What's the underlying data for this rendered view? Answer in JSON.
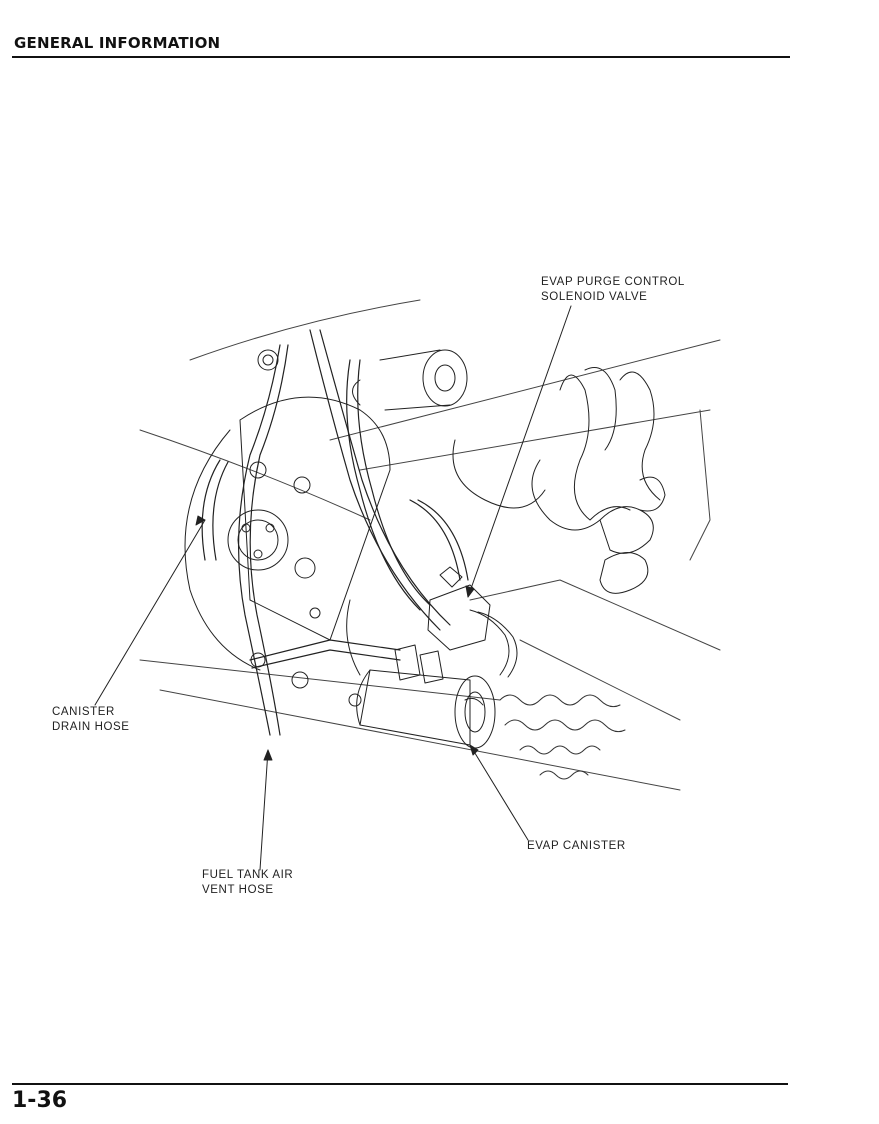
{
  "header": {
    "title": "GENERAL INFORMATION"
  },
  "footer": {
    "page_number": "1-36"
  },
  "callouts": {
    "purge_valve": {
      "line1": "EVAP PURGE CONTROL",
      "line2": "SOLENOID VALVE"
    },
    "drain_hose": {
      "line1": "CANISTER",
      "line2": "DRAIN HOSE"
    },
    "canister": {
      "line1": "EVAP CANISTER"
    },
    "vent_hose": {
      "line1": "FUEL TANK AIR",
      "line2": "VENT HOSE"
    }
  }
}
